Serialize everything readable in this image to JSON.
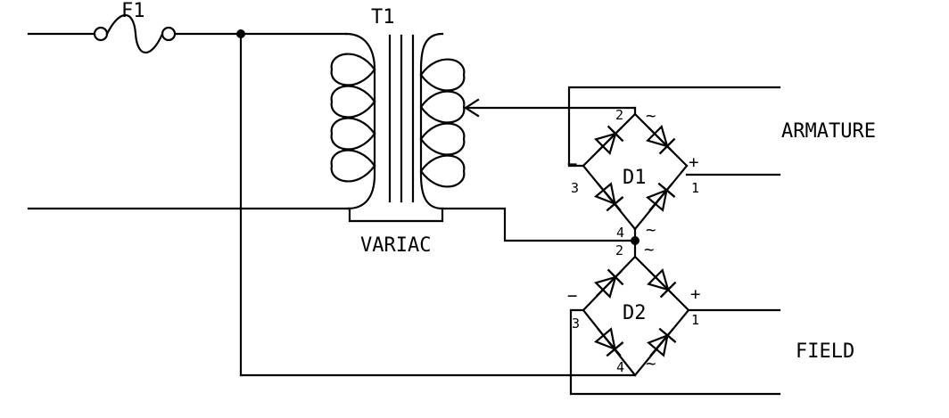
{
  "fuse": {
    "ref": "F1"
  },
  "transformer": {
    "ref": "T1",
    "type": "VARIAC"
  },
  "bridge1": {
    "ref": "D1",
    "pin1": "1",
    "pin2": "2",
    "pin3": "3",
    "pin4": "4",
    "plus": "+",
    "minus": "−",
    "ac_top": "~",
    "ac_bottom": "~"
  },
  "bridge2": {
    "ref": "D2",
    "pin1": "1",
    "pin2": "2",
    "pin3": "3",
    "pin4": "4",
    "plus": "+",
    "minus": "−",
    "ac_top": "~",
    "ac_bottom": "~"
  },
  "outputs": {
    "armature": "ARMATURE",
    "field": "FIELD"
  }
}
